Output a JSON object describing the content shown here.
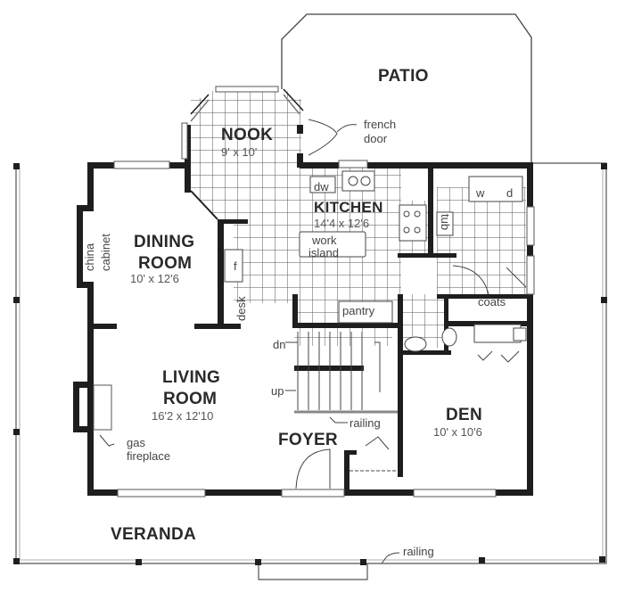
{
  "plan": {
    "rooms": {
      "patio": {
        "name": "PATIO"
      },
      "nook": {
        "name": "NOOK",
        "size": "9' x 10'"
      },
      "kitchen": {
        "name": "KITCHEN",
        "size": "14'4 x 12'6"
      },
      "dining": {
        "name": "DINING",
        "name2": "ROOM",
        "size": "10' x 12'6"
      },
      "living": {
        "name": "LIVING",
        "name2": "ROOM",
        "size": "16'2 x 12'10"
      },
      "den": {
        "name": "DEN",
        "size": "10' x 10'6"
      },
      "foyer": {
        "name": "FOYER"
      },
      "veranda": {
        "name": "VERANDA"
      }
    },
    "notes": {
      "french_door": "french",
      "french_door2": "door",
      "dw": "dw",
      "work_island": "work",
      "work_island2": "island",
      "china_cabinet": "china",
      "china_cabinet2": "cabinet",
      "desk": "desk",
      "fridge": "f",
      "pantry": "pantry",
      "coats": "coats",
      "washer": "w",
      "dryer": "d",
      "tub": "tub",
      "dn": "dn",
      "up": "up",
      "railing_stair": "railing",
      "railing_veranda": "railing",
      "gas_fireplace": "gas",
      "gas_fireplace2": "fireplace"
    },
    "colors": {
      "wall": "#1e1e1e",
      "line": "#3a3a3a",
      "grid": "#555555",
      "background": "#ffffff"
    }
  }
}
